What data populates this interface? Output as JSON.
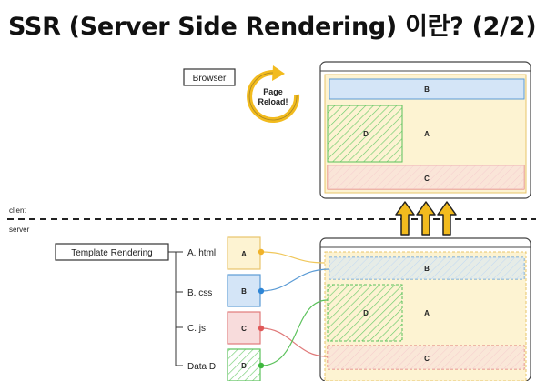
{
  "title": "SSR (Server Side Rendering) 이란? (2/2)",
  "labels": {
    "browser": "Browser",
    "page_reload_line1": "Page",
    "page_reload_line2": "Reload!",
    "client": "client",
    "server": "server",
    "template_rendering": "Template Rendering"
  },
  "files": [
    {
      "name": "A. html",
      "box": "A"
    },
    {
      "name": "B. css",
      "box": "B"
    },
    {
      "name": "C. js",
      "box": "C"
    },
    {
      "name": "Data D",
      "box": "D"
    }
  ],
  "page": {
    "a": "A",
    "b": "B",
    "c": "C",
    "d": "D"
  },
  "colors": {
    "yellow_fill": "#fdf3d2",
    "yellow_border": "#e8c46a",
    "blue_fill": "#d4e5f7",
    "blue_border": "#5b9bd5",
    "red_fill": "#f8dcdc",
    "red_border": "#e07a7a",
    "green_border": "#5cc25c",
    "arrow": "#f2bb1e"
  }
}
